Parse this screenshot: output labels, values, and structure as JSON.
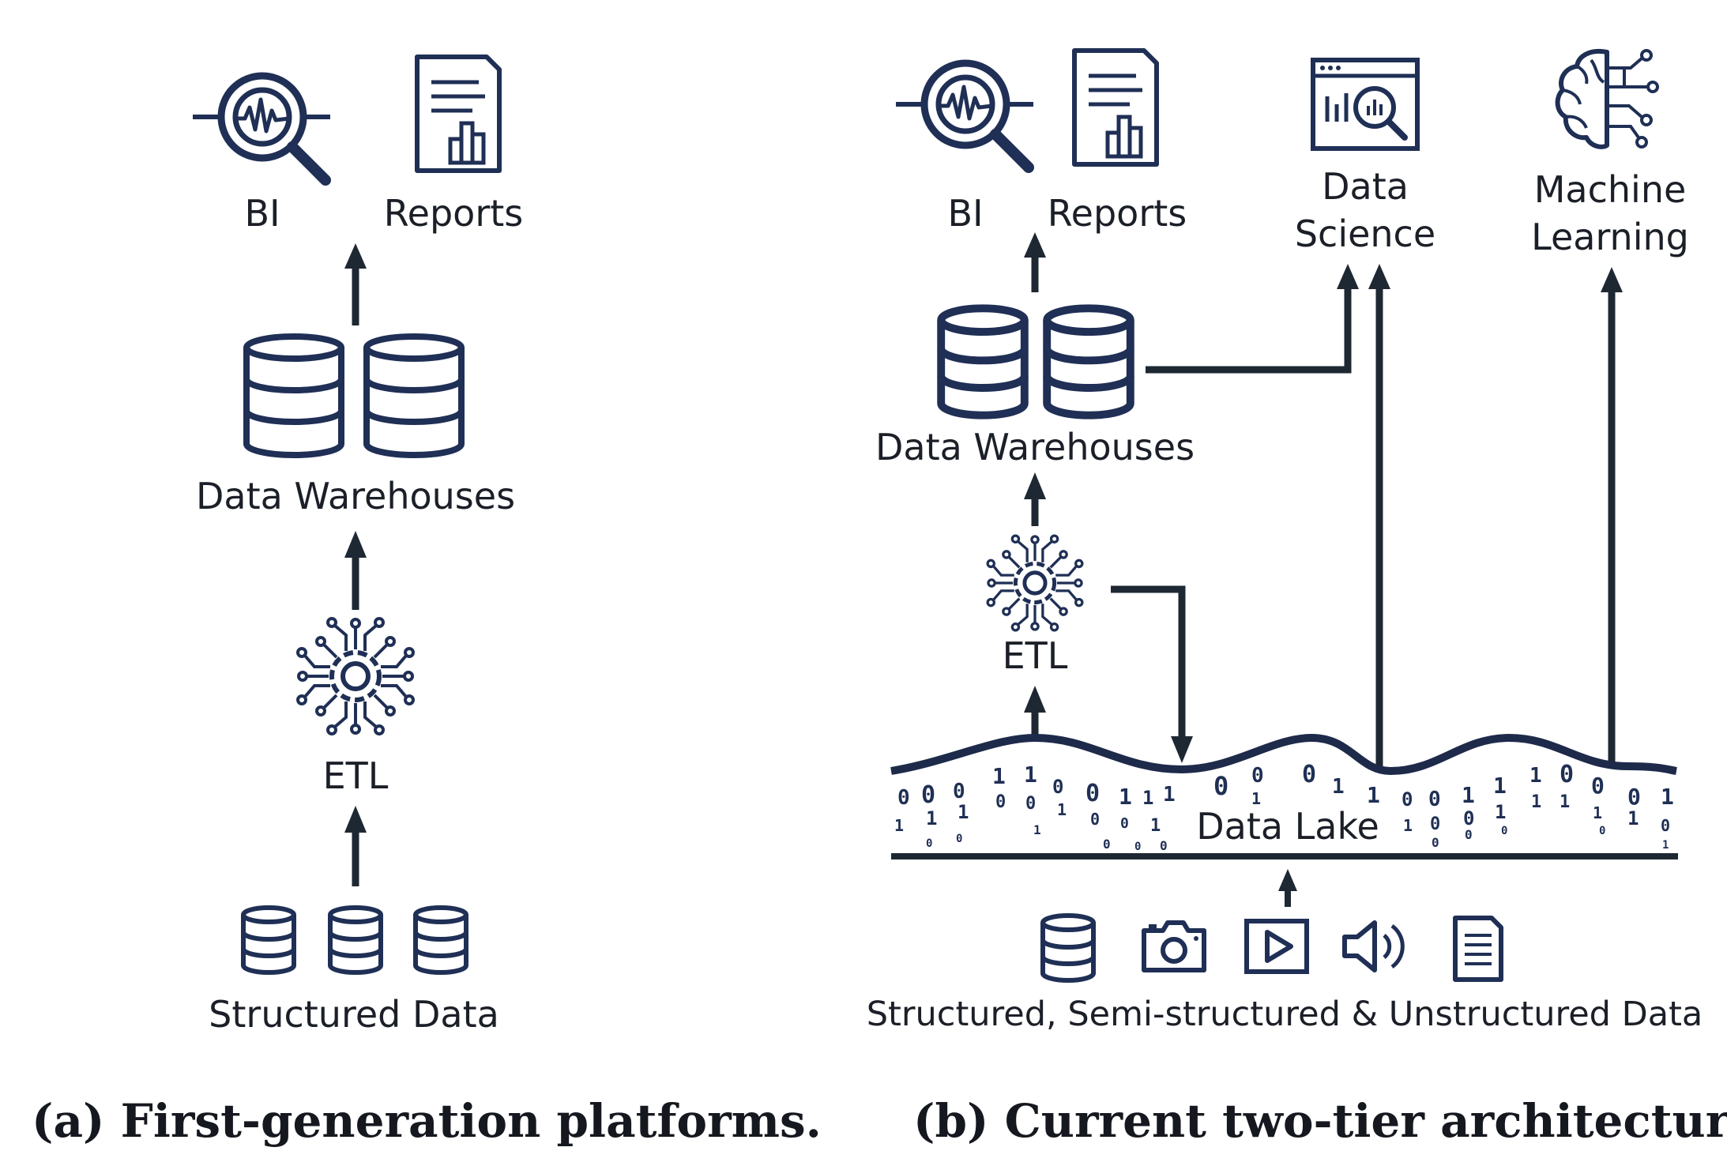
{
  "panel_a": {
    "caption": "(a) First-generation platforms.",
    "labels": {
      "bi": "BI",
      "reports": "Reports",
      "warehouses": "Data Warehouses",
      "etl": "ETL",
      "sources": "Structured Data"
    }
  },
  "panel_b": {
    "caption": "(b) Current two-tier architectures.",
    "labels": {
      "bi": "BI",
      "reports": "Reports",
      "data_science_line1": "Data",
      "data_science_line2": "Science",
      "ml_line1": "Machine",
      "ml_line2": "Learning",
      "warehouses": "Data Warehouses",
      "etl": "ETL",
      "lake": "Data Lake",
      "sources": "Structured, Semi-structured & Unstructured Data"
    }
  },
  "colors": {
    "arrow": "#1e2833",
    "icon": "#1f2f55",
    "text": "#1b1f27"
  }
}
